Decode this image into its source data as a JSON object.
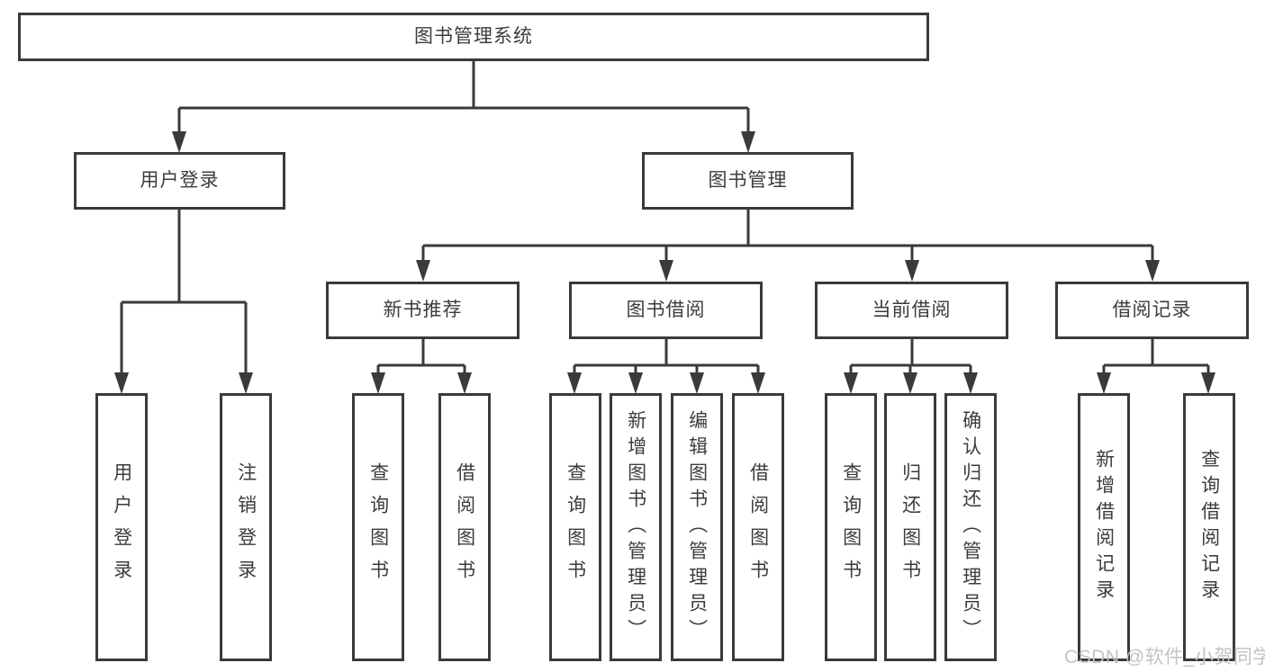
{
  "diagram": {
    "colors": {
      "line": "#3a3a3a",
      "box_border": "#3a3a3a",
      "text": "#3c3c3c",
      "watermark_text": "#c3c3c3",
      "background": "#ffffff"
    },
    "tree": {
      "root": {
        "label": "图书管理系统",
        "children": [
          {
            "label": "用户登录",
            "children": [
              {
                "label": "用户登录"
              },
              {
                "label": "注销登录"
              }
            ]
          },
          {
            "label": "图书管理",
            "children": [
              {
                "label": "新书推荐",
                "children": [
                  {
                    "label": "查询图书"
                  },
                  {
                    "label": "借阅图书"
                  }
                ]
              },
              {
                "label": "图书借阅",
                "children": [
                  {
                    "label": "查询图书"
                  },
                  {
                    "label": "新增图书（管理员）"
                  },
                  {
                    "label": "编辑图书（管理员）"
                  },
                  {
                    "label": "借阅图书"
                  }
                ]
              },
              {
                "label": "当前借阅",
                "children": [
                  {
                    "label": "查询图书"
                  },
                  {
                    "label": "归还图书"
                  },
                  {
                    "label": "确认归还（管理员）"
                  }
                ]
              },
              {
                "label": "借阅记录",
                "children": [
                  {
                    "label": "新增借阅记录"
                  },
                  {
                    "label": "查询借阅记录"
                  }
                ]
              }
            ]
          }
        ]
      }
    },
    "watermark": {
      "text": "CSDN @软件_小贺同学"
    }
  }
}
